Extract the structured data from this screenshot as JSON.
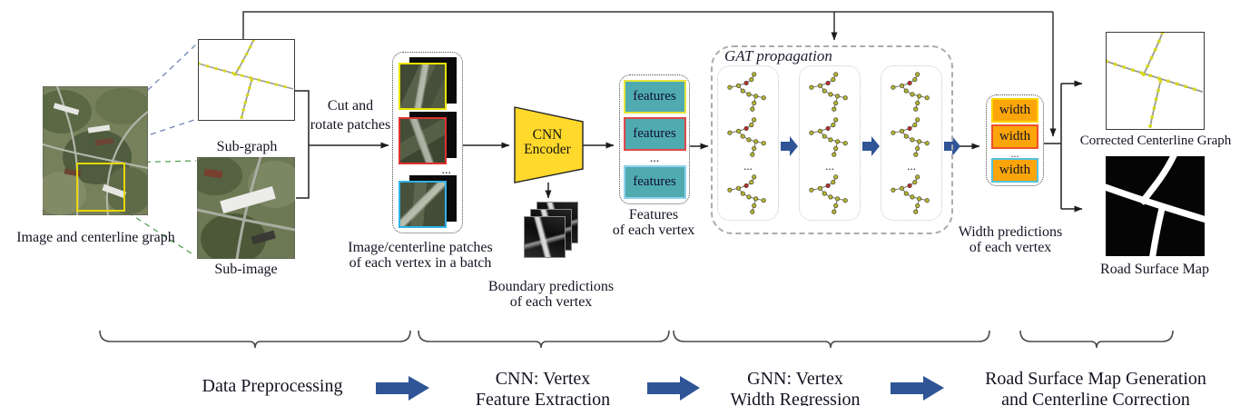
{
  "figure": {
    "input_label": "Image and centerline graph",
    "subgraph_label": "Sub-graph",
    "subimage_label": "Sub-image",
    "cut_rotate_line1": "Cut and",
    "cut_rotate_line2": "rotate patches",
    "patches_caption_line1": "Image/centerline patches",
    "patches_caption_line2": "of each vertex in a batch",
    "cnn_line1": "CNN",
    "cnn_line2": "Encoder",
    "boundary_caption_line1": "Boundary predictions",
    "boundary_caption_line2": "of each vertex",
    "features_box_label": "features",
    "features_caption_line1": "Features",
    "features_caption_line2": "of each vertex",
    "gat_title": "GAT propagation",
    "width_box_label": "width",
    "width_caption_line1": "Width predictions",
    "width_caption_line2": "of each vertex",
    "corrected_label": "Corrected Centerline Graph",
    "roadmap_label": "Road Surface Map",
    "ellipsis": "..."
  },
  "stages": {
    "s1_line1": "Data Preprocessing",
    "s2_line1": "CNN: Vertex",
    "s2_line2": "Feature Extraction",
    "s3_line1": "GNN: Vertex",
    "s3_line2": "Width Regression",
    "s4_line1": "Road Surface Map Generation",
    "s4_line2": "and Centerline Correction"
  },
  "colors": {
    "stage_arrow_blue": "#2F5597",
    "cnn_yellow": "#FFD92B",
    "feature_teal": "#4FABB0",
    "width_orange": "#FBA50A",
    "border_yellow": "#E8E400",
    "border_red": "#E04040",
    "border_blue": "#35B2E4",
    "node_olive": "#B6B62E",
    "node_red": "#C02828",
    "centerline_yellow": "#D8D818"
  }
}
